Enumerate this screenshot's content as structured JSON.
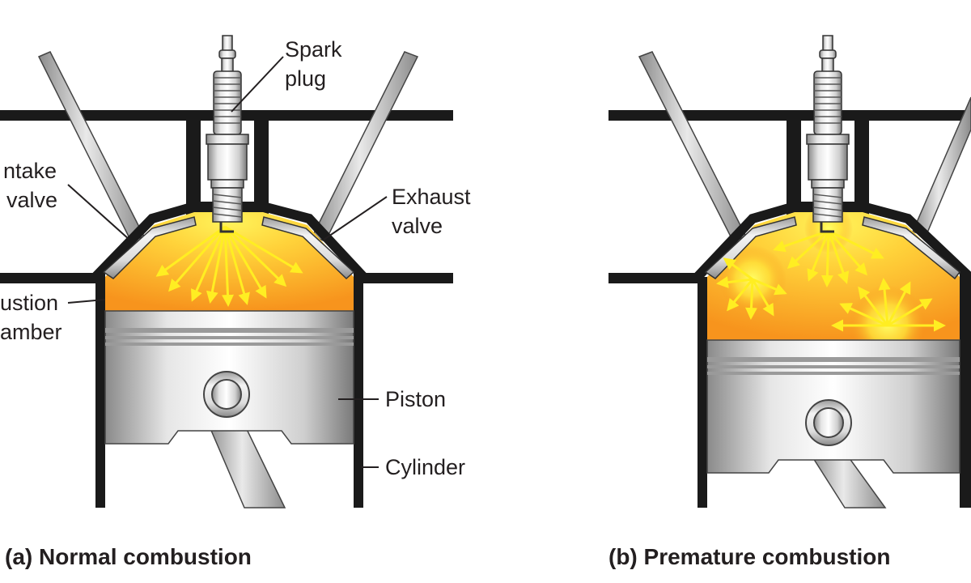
{
  "panels": {
    "normal": {
      "caption": "(a) Normal combustion",
      "labels": {
        "spark_plug_1": "Spark",
        "spark_plug_2": "plug",
        "intake_valve_1": "ntake",
        "intake_valve_2": "valve",
        "exhaust_valve_1": "Exhaust",
        "exhaust_valve_2": "valve",
        "combustion_chamber_1": "ustion",
        "combustion_chamber_2": "amber",
        "piston": "Piston",
        "cylinder": "Cylinder"
      }
    },
    "premature": {
      "caption": "(b) Premature combustion"
    }
  },
  "colors": {
    "outline": "#1a1a1a",
    "flame_yellow": "#ffee22",
    "flame_orange": "#f7941d",
    "metal_light": "#efefef",
    "metal_dark": "#7d7d7d",
    "text": "#231f20"
  },
  "icons": [
    "spark-plug-icon",
    "valve-icon",
    "piston-icon",
    "flame-burst-icon"
  ]
}
